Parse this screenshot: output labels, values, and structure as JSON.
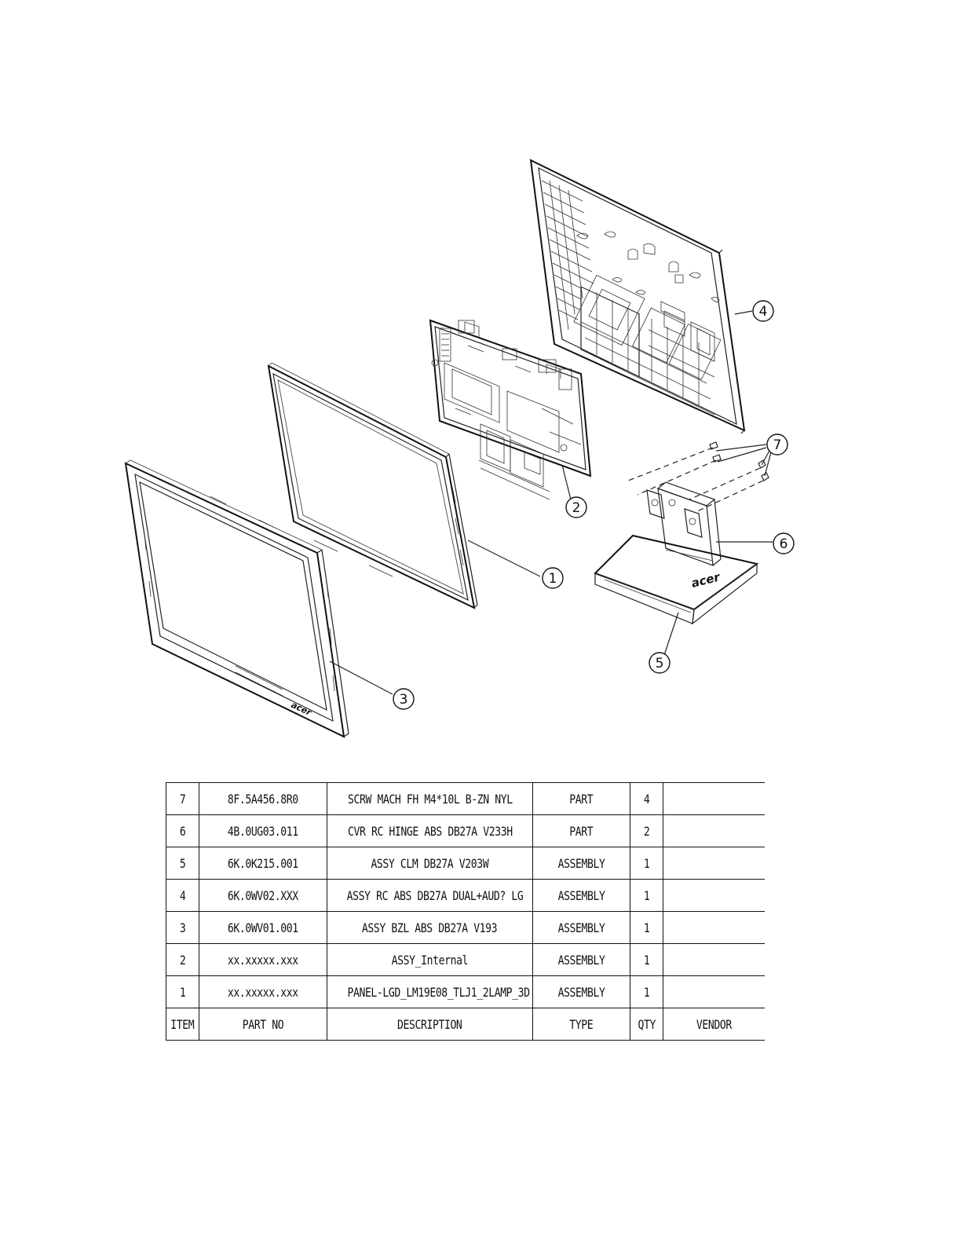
{
  "drawing": {
    "callouts": [
      "1",
      "2",
      "3",
      "4",
      "5",
      "6",
      "7"
    ],
    "logo_text": "acer"
  },
  "bom": {
    "header": {
      "item": "ITEM",
      "part_no": "PART NO",
      "description": "DESCRIPTION",
      "type": "TYPE",
      "qty": "QTY",
      "vendor": "VENDOR"
    },
    "rows": [
      {
        "item": "7",
        "part_no": "8F.5A456.8R0",
        "description": "SCRW MACH FH M4*10L B-ZN NYL",
        "type": "PART",
        "qty": "4",
        "vendor": ""
      },
      {
        "item": "6",
        "part_no": "4B.0UG03.011",
        "description": "CVR RC HINGE ABS DB27A V233H",
        "type": "PART",
        "qty": "2",
        "vendor": ""
      },
      {
        "item": "5",
        "part_no": "6K.0K215.001",
        "description": "ASSY CLM DB27A V203W",
        "type": "ASSEMBLY",
        "qty": "1",
        "vendor": ""
      },
      {
        "item": "4",
        "part_no": "6K.0WV02.XXX",
        "description": "ASSY RC ABS DB27A DUAL+AUD? LG",
        "type": "ASSEMBLY",
        "qty": "1",
        "vendor": ""
      },
      {
        "item": "3",
        "part_no": "6K.0WV01.001",
        "description": "ASSY BZL ABS DB27A V193",
        "type": "ASSEMBLY",
        "qty": "1",
        "vendor": ""
      },
      {
        "item": "2",
        "part_no": "xx.xxxxx.xxx",
        "description": "ASSY_Internal",
        "type": "ASSEMBLY",
        "qty": "1",
        "vendor": ""
      },
      {
        "item": "1",
        "part_no": "xx.xxxxx.xxx",
        "description": "PANEL-LGD_LM19E08_TLJ1_2LAMP_3D",
        "type": "ASSEMBLY",
        "qty": "1",
        "vendor": ""
      }
    ]
  }
}
